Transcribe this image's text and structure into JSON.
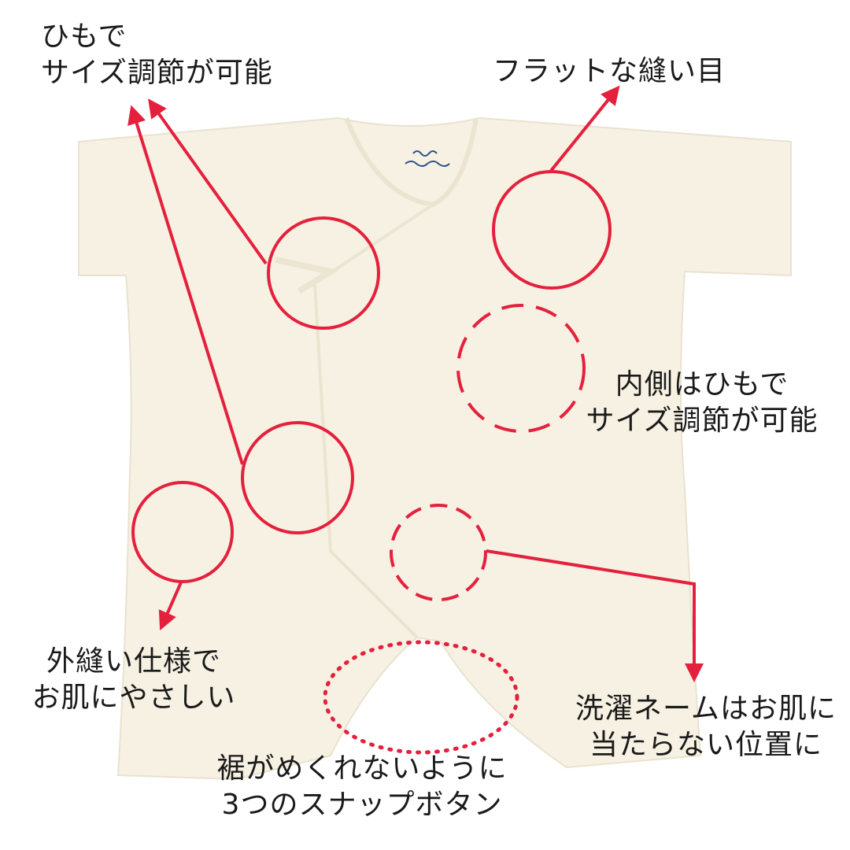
{
  "colors": {
    "annotation": "#e4203d",
    "garment": "#f6f1e2",
    "text": "#1a1a1a"
  },
  "labels": {
    "tie_outer": {
      "line1": "ひもで",
      "line2": "サイズ調節が可能"
    },
    "flat_seam": {
      "line1": "フラットな縫い目"
    },
    "tie_inner": {
      "line1": "内側はひもで",
      "line2": "サイズ調節が可能"
    },
    "outer_seam": {
      "line1": "外縫い仕様で",
      "line2": "お肌にやさしい"
    },
    "wash_label": {
      "line1": "洗濯ネームはお肌に",
      "line2": "当たらない位置に"
    },
    "snaps": {
      "line1": "裾がめくれないように",
      "line2": "3つのスナップボタン"
    }
  }
}
